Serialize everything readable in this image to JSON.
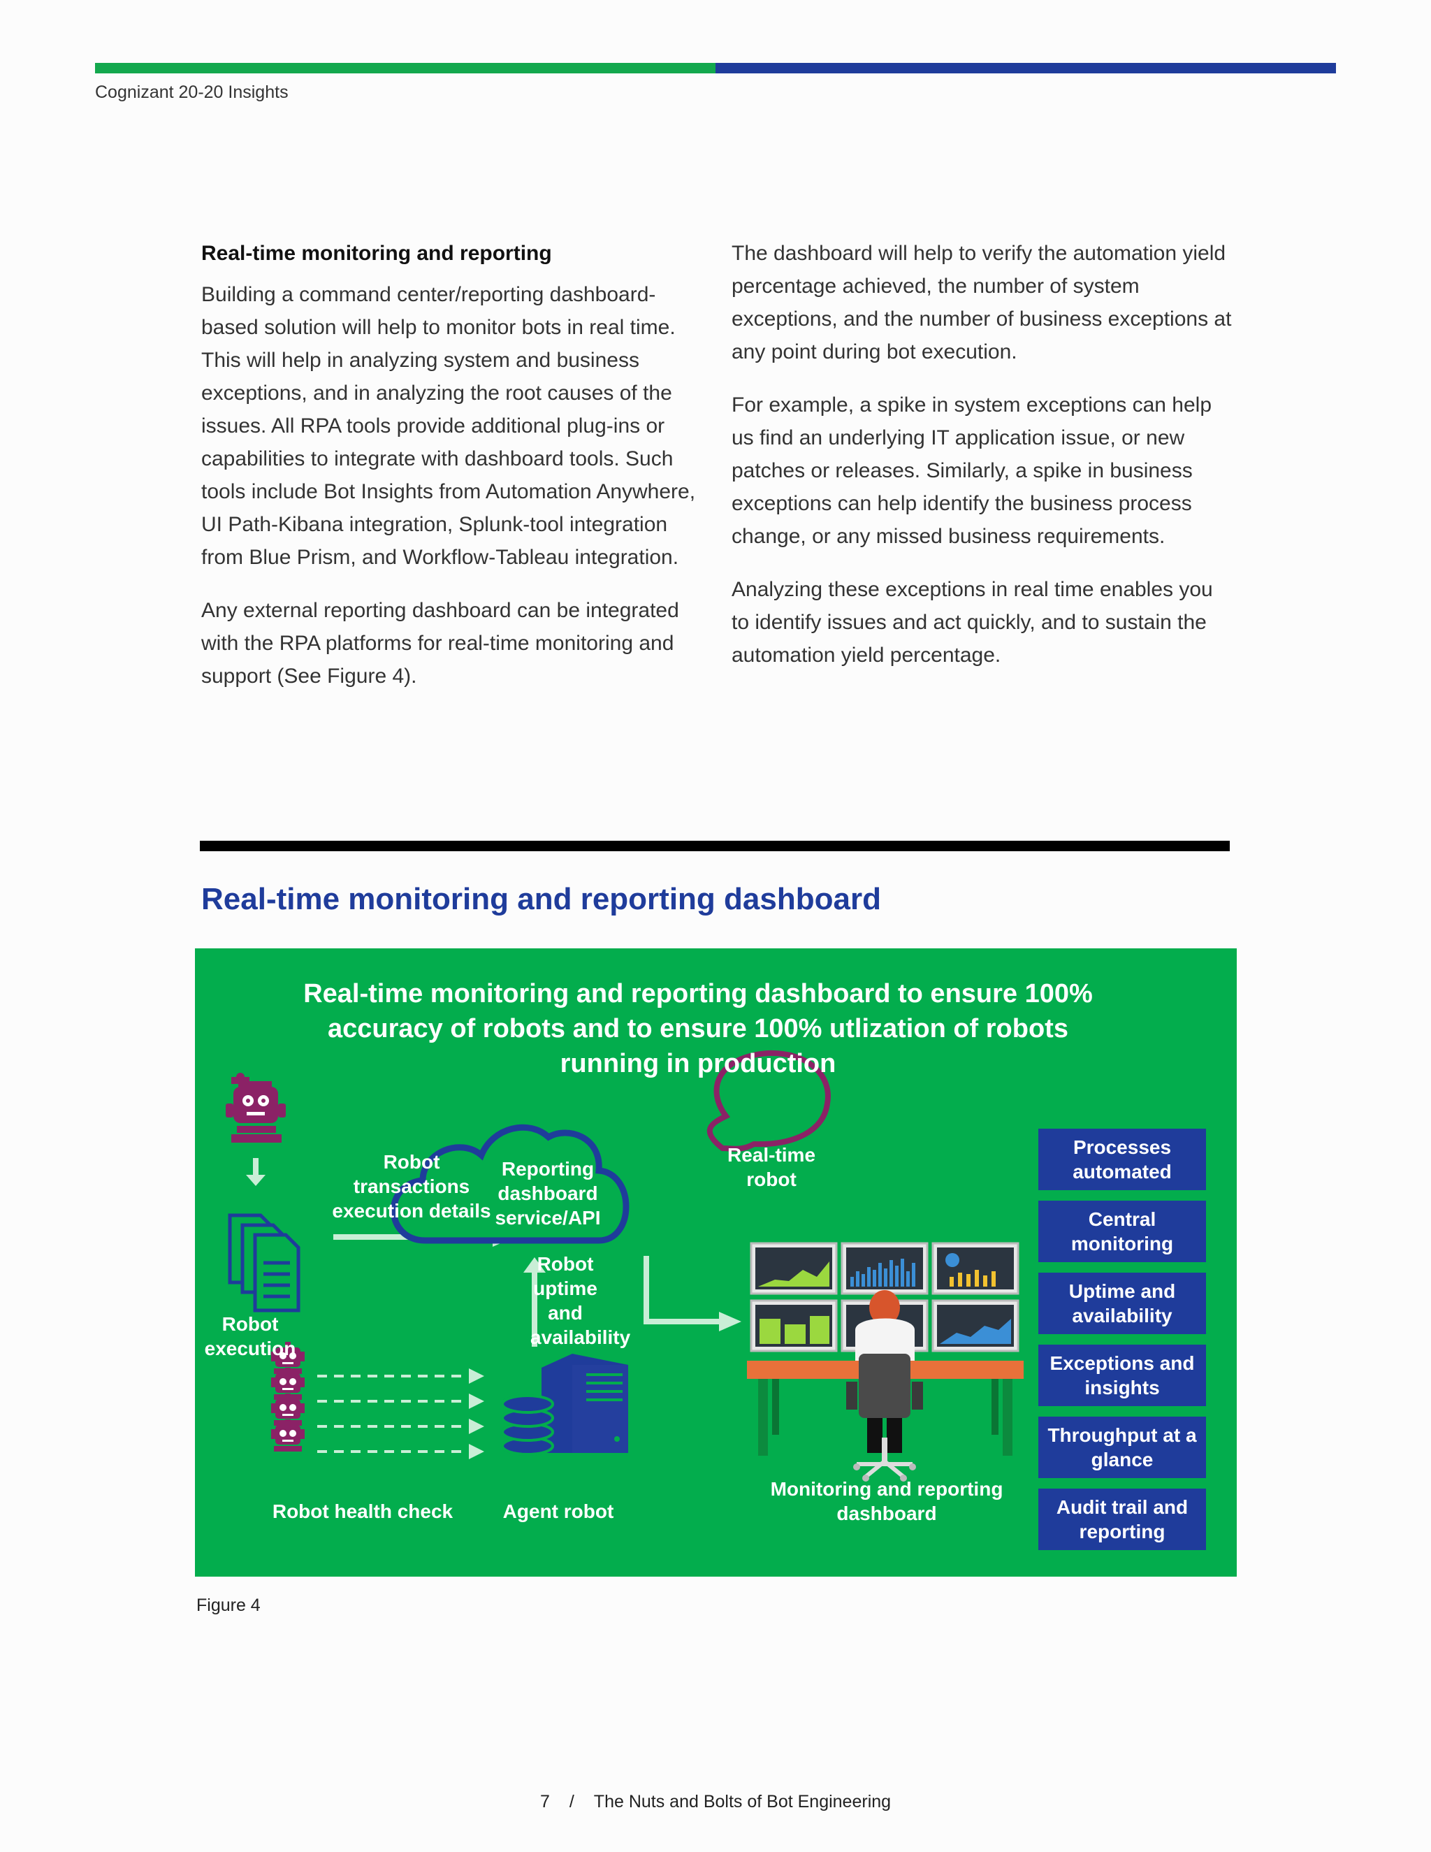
{
  "header": {
    "running_head": "Cognizant 20-20 Insights"
  },
  "left_column": {
    "heading": "Real-time monitoring and reporting",
    "paragraphs": [
      "Building a command center/reporting dashboard-based solution will help to monitor bots in real time. This will help in analyzing system and business exceptions, and in analyzing the root causes of the issues.  All RPA tools provide additional plug-ins or capabilities to integrate with dashboard tools. Such tools include Bot Insights from Automation Anywhere, UI Path-Kibana integration, Splunk-tool integration from Blue Prism, and Workflow-Tableau integration.",
      "Any external reporting dashboard can be integrated with the RPA platforms for real-time monitoring and support (See Figure 4)."
    ]
  },
  "right_column": {
    "paragraphs": [
      "The dashboard will help to verify the automation yield percentage achieved, the number of system exceptions, and the number of business exceptions at any point during bot execution.",
      "For example, a spike in system exceptions can help us find an underlying IT application issue, or new patches or releases. Similarly, a spike in business exceptions can help identify the business process change, or any missed business requirements.",
      "Analyzing these exceptions in real time enables you to identify issues and act quickly, and to sustain the automation yield percentage."
    ]
  },
  "figure": {
    "title": "Real-time monitoring and reporting dashboard",
    "banner": "Real-time monitoring and reporting dashboard to ensure 100% accuracy of robots and to ensure 100% utlization of robots running in production",
    "labels": {
      "robot_execution": "Robot execution",
      "transactions": "Robot transactions execution details",
      "cloud": "Reporting dashboard service/API",
      "uptime": "Robot uptime and availability",
      "speech": "Real-time robot",
      "health_check": "Robot health check",
      "agent_robot": "Agent robot",
      "monitoring": "Monitoring and reporting dashboard"
    },
    "boxes": [
      "Processes automated",
      "Central monitoring",
      "Uptime and availability",
      "Exceptions and insights",
      "Throughput at a glance",
      "Audit trail and reporting"
    ],
    "colors": {
      "background": "#03ad4d",
      "box": "#1f3c9b",
      "robot": "#8b2266",
      "accent": "#1f3c9b"
    },
    "caption": "Figure 4"
  },
  "footer": {
    "page_number": "7",
    "separator": "/",
    "publication": "The Nuts and Bolts of Bot Engineering"
  }
}
